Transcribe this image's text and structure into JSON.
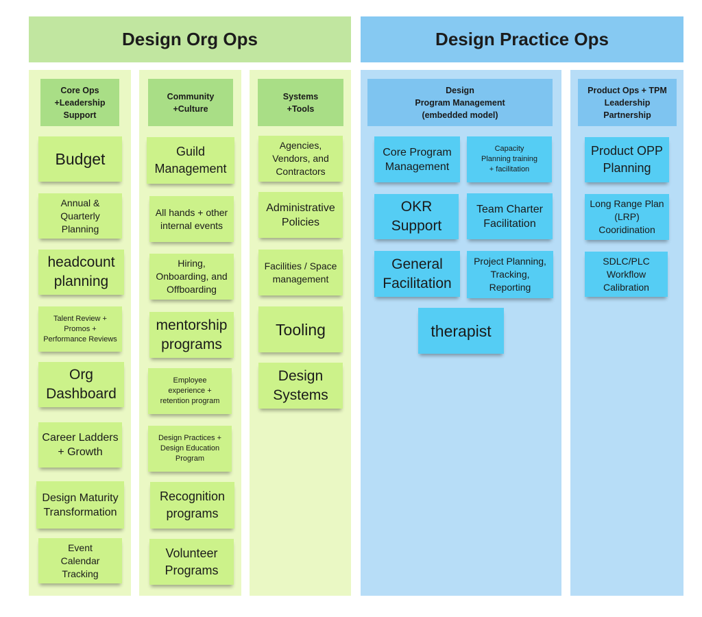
{
  "groups": [
    {
      "title": "Design Org Ops",
      "color": "#c1e6a0"
    },
    {
      "title": "Design Practice Ops",
      "color": "#86c9f2"
    }
  ],
  "columns": [
    {
      "header": "Core Ops\n+Leadership\nSupport",
      "cards": [
        "Budget",
        "Annual &\nQuarterly\nPlanning",
        "headcount\nplanning",
        "Talent Review +\nPromos +\nPerformance Reviews",
        "Org\nDashboard",
        "Career Ladders\n+ Growth",
        "Design Maturity\nTransformation",
        "Event\nCalendar\nTracking"
      ]
    },
    {
      "header": "Community\n+Culture",
      "cards": [
        "Guild\nManagement",
        "All hands + other\ninternal events",
        "Hiring,\nOnboarding, and\nOffboarding",
        "mentorship\nprograms",
        "Employee\nexperience +\nretention program",
        "Design Practices +\nDesign Education\nProgram",
        "Recognition\nprograms",
        "Volunteer\nPrograms"
      ]
    },
    {
      "header": "Systems\n+Tools",
      "cards": [
        "Agencies,\nVendors, and\nContractors",
        "Administrative\nPolicies",
        "Facilities / Space\nmanagement",
        "Tooling",
        "Design\nSystems"
      ]
    },
    {
      "header": "Design\nProgram Management\n(embedded model)",
      "cards": [
        "Core Program\nManagement",
        "Capacity\nPlanning training\n+ facilitation",
        "OKR\nSupport",
        "Team Charter\nFacilitation",
        "General\nFacilitation",
        "Project Planning,\nTracking,\nReporting",
        "therapist"
      ]
    },
    {
      "header": "Product Ops + TPM\nLeadership\nPartnership",
      "cards": [
        "Product OPP\nPlanning",
        "Long Range Plan\n(LRP)\nCooridination",
        "SDLC/PLC\nWorkflow\nCalibration"
      ]
    }
  ],
  "colors": {
    "green_column": "#eaf8c4",
    "green_header": "#a9de86",
    "green_note": "#ccf28a",
    "blue_column": "#b7ddf7",
    "blue_header": "#7ec4f0",
    "blue_note": "#55cdf4"
  }
}
